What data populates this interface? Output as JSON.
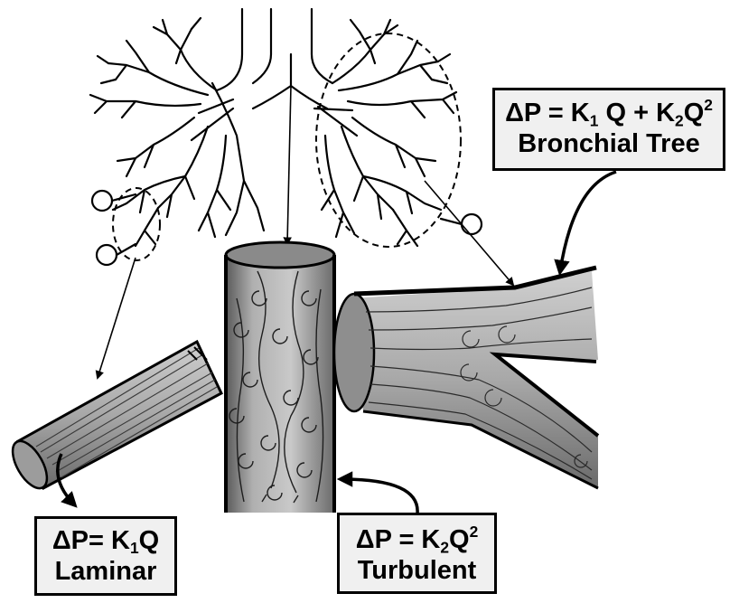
{
  "labels": {
    "bronchial": {
      "delta_p": "ΔP = K",
      "k1_sub": "1",
      "q_plus_k": " Q + K",
      "k2_sub": "2",
      "q": "Q",
      "sup2": "2",
      "name": "Bronchial Tree"
    },
    "laminar": {
      "delta_p": "ΔP= K",
      "k1_sub": "1",
      "q": "Q",
      "name": "Laminar"
    },
    "turbulent": {
      "delta_p": "ΔP = K",
      "k2_sub": "2",
      "q": "Q",
      "sup2": "2",
      "name": "Turbulent"
    }
  },
  "colors": {
    "tube_fill": "#b9b9b9",
    "tube_dark": "#6e6e6e",
    "stroke": "#000000",
    "box_fill": "#f0f0f0"
  }
}
